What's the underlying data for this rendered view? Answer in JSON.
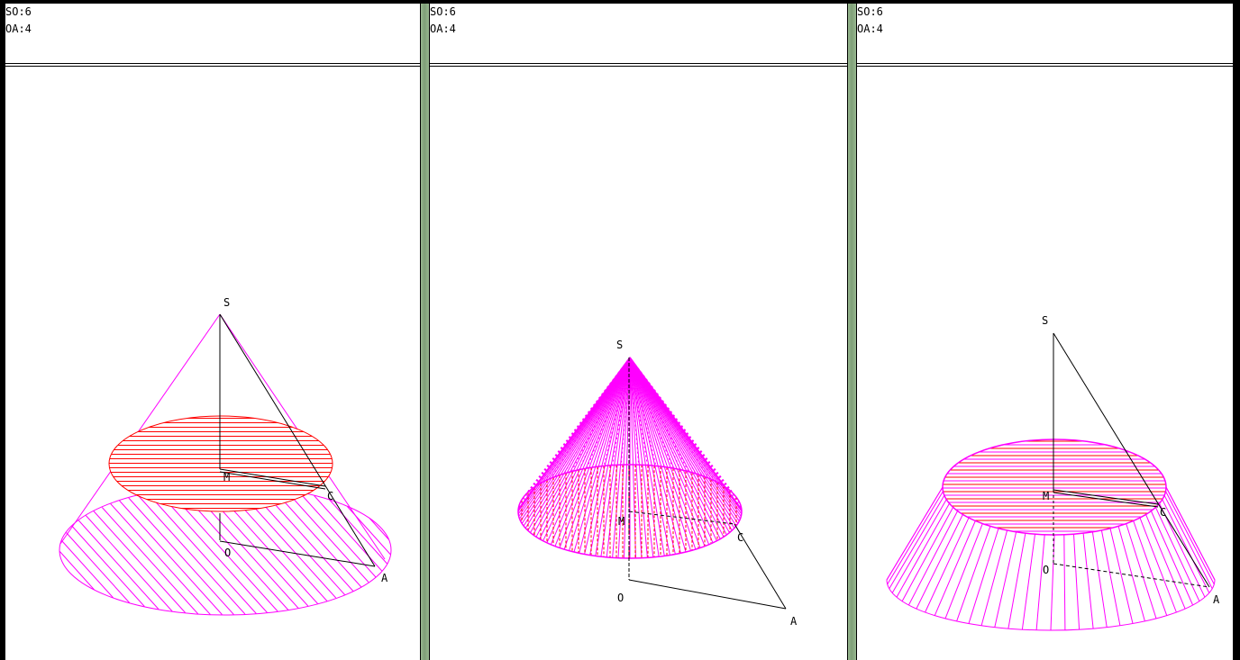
{
  "panels": [
    {
      "measures": [
        {
          "text": "SO:6"
        },
        {
          "text": "OA:4"
        }
      ],
      "points": {
        "S": "S",
        "M": "M",
        "C": "C",
        "O": "O",
        "A": "A"
      }
    },
    {
      "measures": [
        {
          "text": "SO:6"
        },
        {
          "text": "OA:4"
        }
      ],
      "points": {
        "S": "S",
        "M": "M",
        "C": "C",
        "O": "O",
        "A": "A"
      }
    },
    {
      "measures": [
        {
          "text": "SO:6"
        },
        {
          "text": "OA:4"
        }
      ],
      "points": {
        "S": "S",
        "M": "M",
        "C": "C",
        "O": "O",
        "A": "A"
      }
    }
  ],
  "colors": {
    "cone": "#ff00ff",
    "section": "#ff0000",
    "segment": "#000000"
  }
}
